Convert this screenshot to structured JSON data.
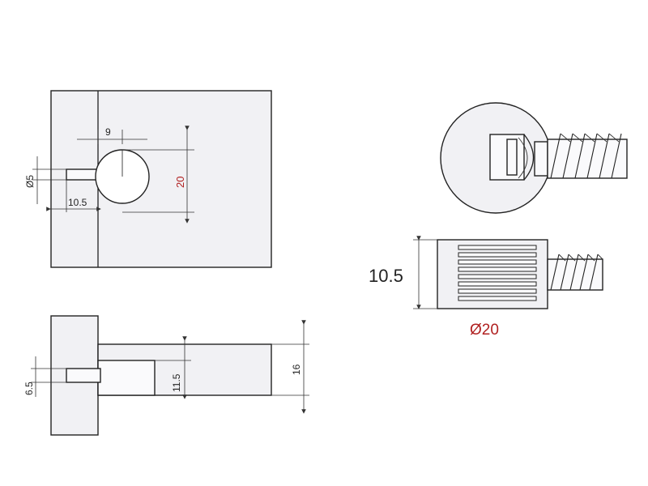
{
  "dimensions": {
    "top_view": {
      "pin_diameter": "Ø5",
      "pin_offset": "10.5",
      "hole_offset": "9",
      "hole_diameter": "20"
    },
    "front_view": {
      "pin_height": "6.5",
      "inner_height": "11.5",
      "total_height": "16"
    },
    "side_view": {
      "height": "10.5",
      "diameter": "Ø20"
    }
  },
  "colors": {
    "outline": "#222222",
    "fill": "#f1f1f4",
    "highlight_dimension": "#b02020"
  }
}
